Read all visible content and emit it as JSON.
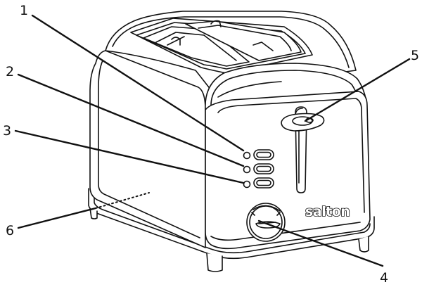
{
  "brand_name": "salton",
  "callouts": [
    {
      "number": "1"
    },
    {
      "number": "2"
    },
    {
      "number": "3"
    },
    {
      "number": "4"
    },
    {
      "number": "5"
    },
    {
      "number": "6"
    }
  ]
}
